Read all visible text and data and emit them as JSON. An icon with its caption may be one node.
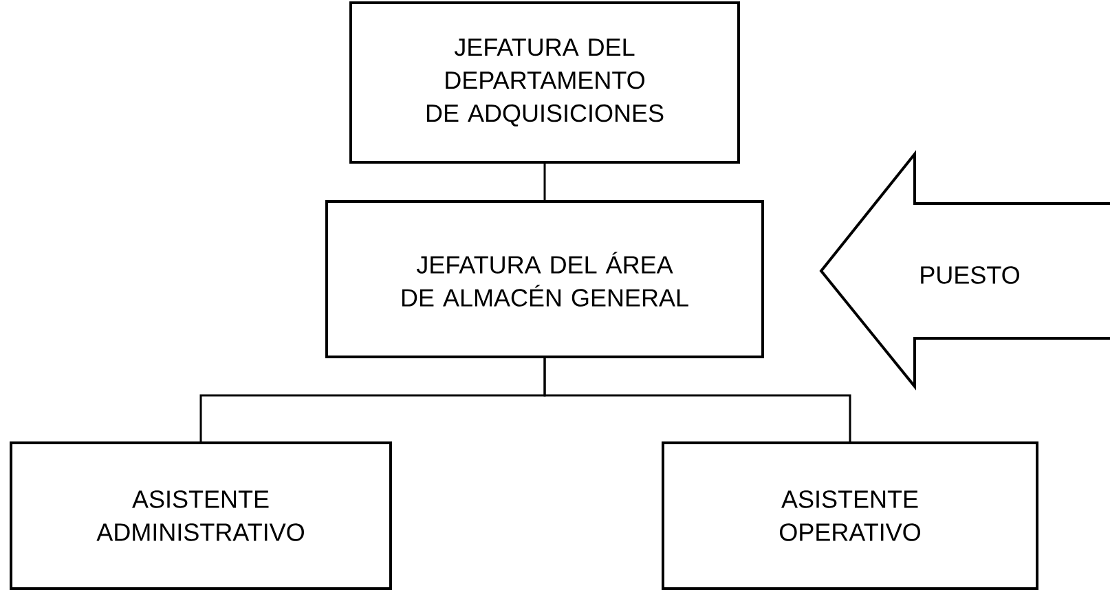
{
  "diagram": {
    "nodes": [
      {
        "text": [
          "JEFATURA DEL DEPARTAMENTO DE ADQUISICIONES"
        ]
      },
      {
        "text": [
          "JEFATURA DEL ÁREA DE ALMACÉN GENERAL"
        ]
      },
      {
        "text": [
          "ASISTENTE ADMINISTRATIVO"
        ]
      },
      {
        "text": [
          "ASISTENTE OPERATIVO"
        ]
      },
      {
        "text": [
          "PUESTO"
        ]
      }
    ],
    "edges": [
      {
        "from": 0,
        "to": 1,
        "arrow": "none"
      },
      {
        "from": 1,
        "to": 2,
        "arrow": "none"
      },
      {
        "from": 1,
        "to": 3,
        "arrow": "none"
      }
    ]
  }
}
